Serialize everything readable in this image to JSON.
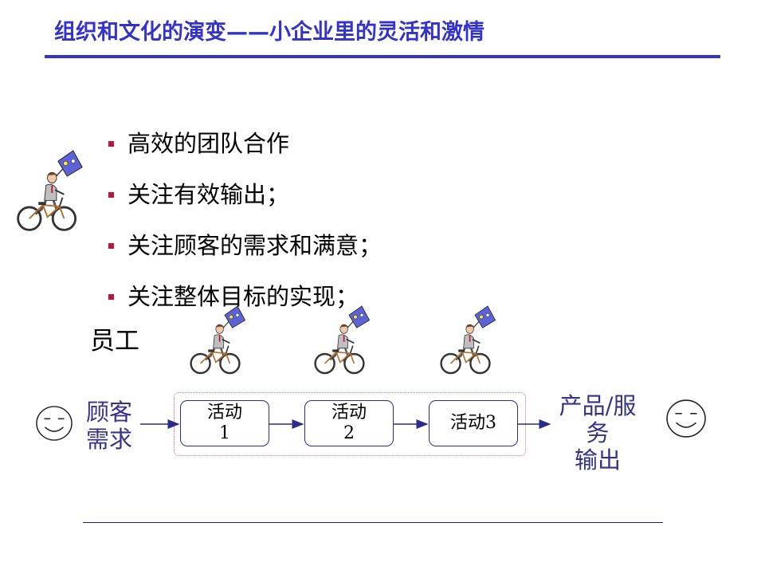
{
  "header": {
    "title": "组织和文化的演变——小企业里的灵活和激情"
  },
  "bullets": [
    "高效的团队合作",
    "关注有效输出；",
    "关注顾客的需求和满意；",
    "关注整体目标的实现；"
  ],
  "staff_label": "员工",
  "flow": {
    "input_label": [
      "顾客",
      "需求"
    ],
    "activities": [
      {
        "line1": "活动",
        "line2": "1"
      },
      {
        "line1": "活动",
        "line2": "2"
      },
      {
        "line1": "活动3",
        "line2": ""
      }
    ],
    "output_label": [
      "产品/服务",
      "输出"
    ]
  },
  "icons": {
    "rider": "cyclist-with-flag-icon",
    "face": "smiley-face-icon"
  },
  "colors": {
    "title": "#3333cc",
    "bullet": "#c0143c",
    "flow_text": "#33338a",
    "frame": "#d2738f"
  }
}
